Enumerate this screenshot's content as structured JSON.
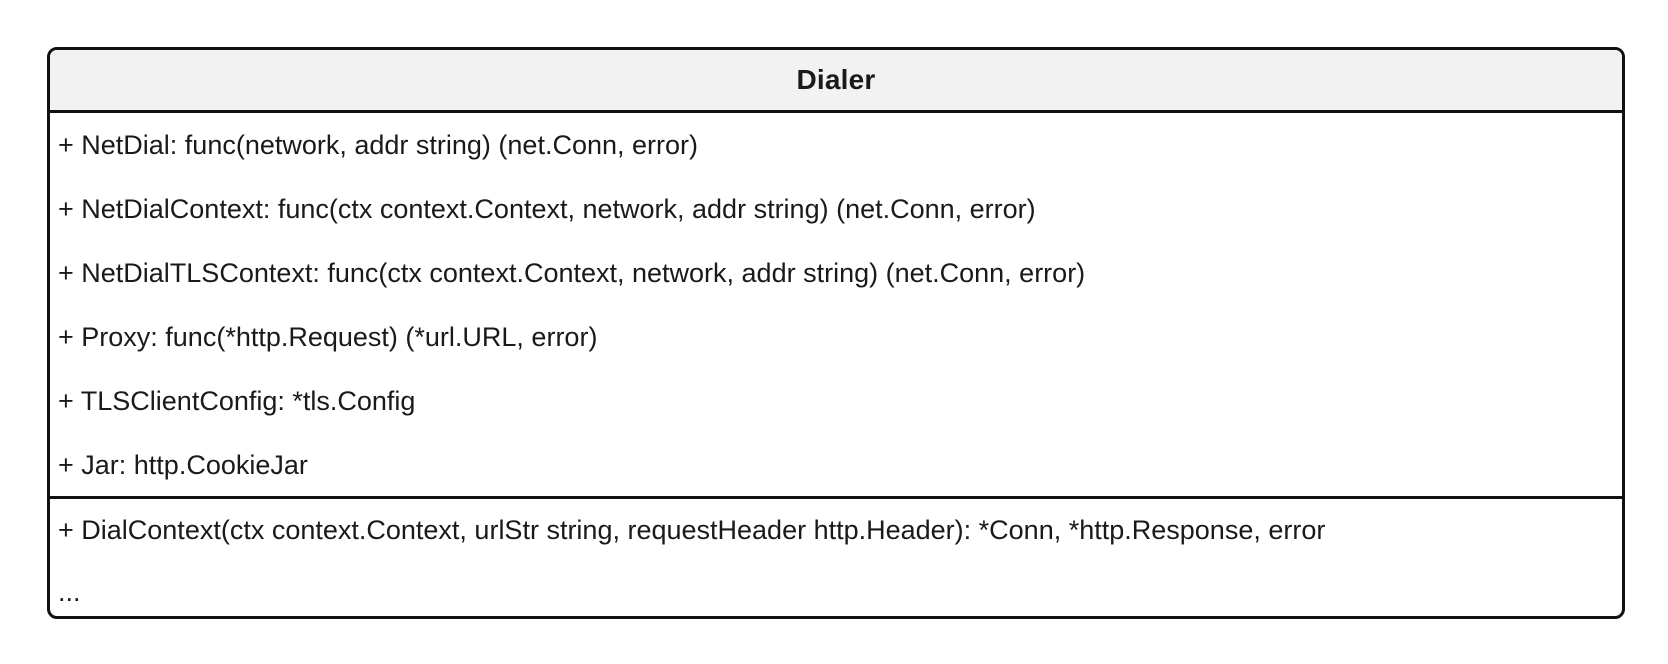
{
  "class": {
    "name": "Dialer",
    "attributes": [
      "+ NetDial: func(network, addr string) (net.Conn, error)",
      "+ NetDialContext: func(ctx context.Context, network, addr string) (net.Conn, error)",
      "+ NetDialTLSContext: func(ctx context.Context, network, addr string) (net.Conn, error)",
      "+ Proxy: func(*http.Request) (*url.URL, error)",
      "+ TLSClientConfig: *tls.Config",
      "+ Jar: http.CookieJar"
    ],
    "operations": [
      "+ DialContext(ctx context.Context, urlStr string, requestHeader http.Header): *Conn, *http.Response, error",
      "..."
    ]
  }
}
